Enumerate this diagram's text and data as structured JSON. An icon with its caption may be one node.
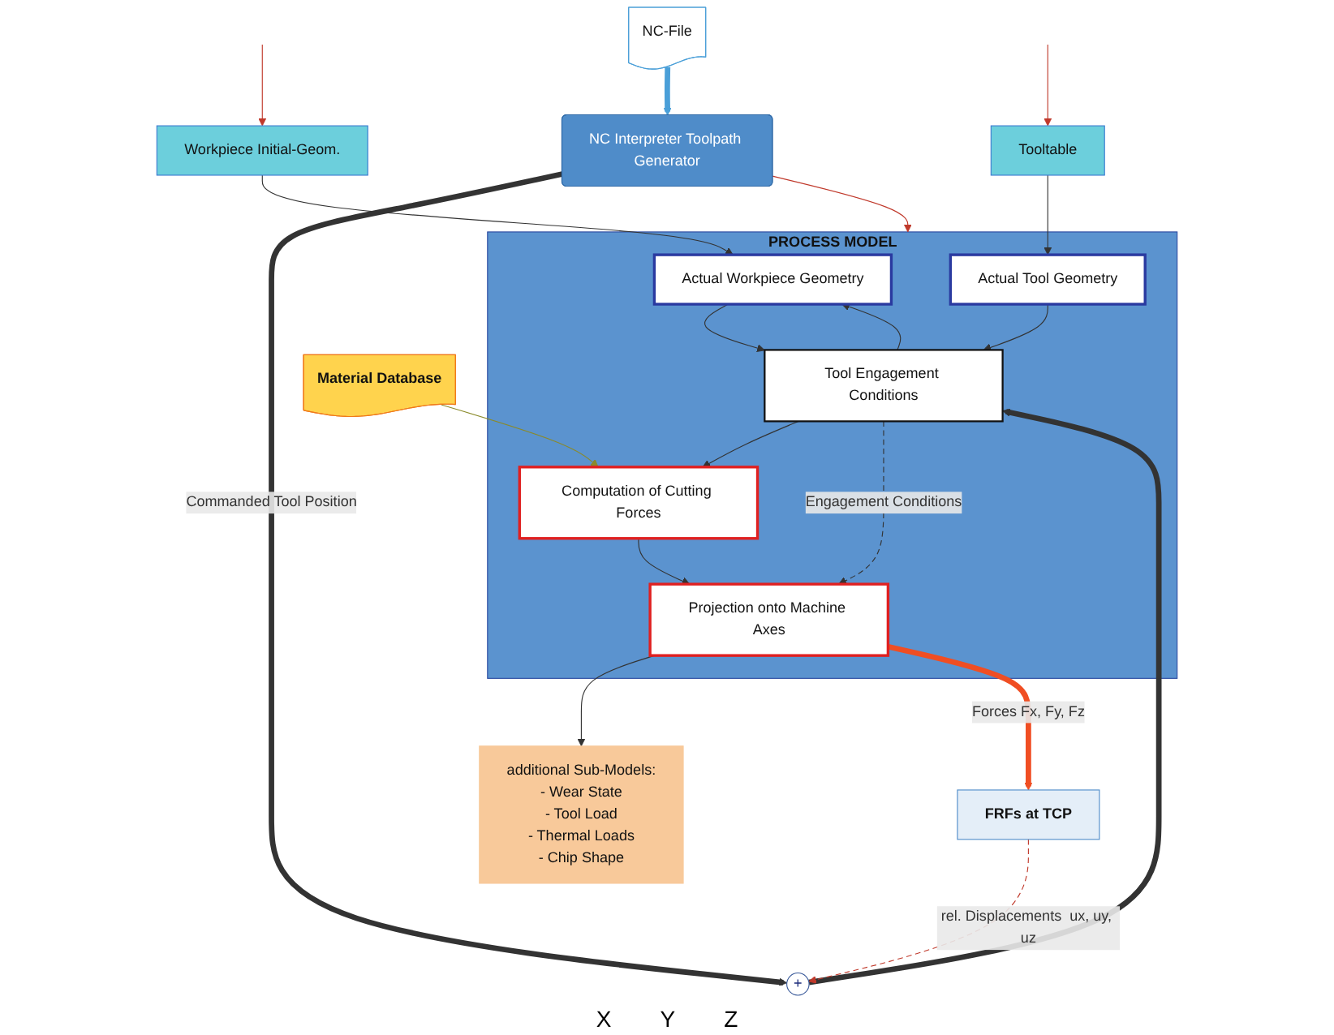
{
  "diagram": {
    "nodes": [
      {
        "text": [
          "Workpiece Initial-Geom."
        ]
      },
      {
        "text": [
          "NC-File"
        ]
      },
      {
        "text": [
          "+"
        ]
      },
      {
        "text": [
          "NC Interpreter Toolpath Generator"
        ]
      },
      {
        "text": [
          "Material Database"
        ]
      },
      {
        "text": [
          "PROCESS MODEL"
        ]
      },
      {
        "text": [
          "Actual Workpiece Geometry"
        ],
        "in": 5
      },
      {
        "text": [
          "Tool Engagement Conditions"
        ],
        "in": 5
      },
      {
        "text": [
          "Computation of Cutting Forces"
        ],
        "in": 5
      },
      {
        "text": [
          "Actual Tool Geometry"
        ],
        "in": 5
      },
      {
        "text": [
          "Projection onto Machine Axes"
        ],
        "in": 5
      },
      {
        "text": [
          "Tooltable"
        ]
      },
      {
        "text": [
          "additional  Sub-Models:",
          "- Wear State",
          "- Tool Load",
          "- Thermal Loads",
          "- Chip Shape"
        ]
      },
      {
        "text": [
          "FRFs at TCP"
        ]
      }
    ],
    "edges": [
      {
        "from": null,
        "to": 0,
        "arrow": "to",
        "color": "#c0392b"
      },
      {
        "from": null,
        "to": 11,
        "arrow": "to",
        "color": "#c0392b"
      },
      {
        "from": 0,
        "to": 6,
        "arrow": "to"
      },
      {
        "from": 1,
        "to": 3,
        "arrow": "to",
        "color": "#4a9fd8",
        "style": "thick"
      },
      {
        "from": 3,
        "to": 2,
        "arrow": "to",
        "label": "Commanded Tool Position",
        "style": "thick"
      },
      {
        "from": 2,
        "to": 7,
        "arrow": "to",
        "style": "thick"
      },
      {
        "from": 3,
        "to": 5,
        "arrow": "to",
        "color": "#c0392b"
      },
      {
        "from": 4,
        "to": 8,
        "arrow": "to",
        "color": "#8a8a2a"
      },
      {
        "from": 7,
        "to": 6,
        "arrow": "to"
      },
      {
        "from": 6,
        "to": 7,
        "arrow": "to"
      },
      {
        "from": 7,
        "to": 8,
        "arrow": "to"
      },
      {
        "from": 9,
        "to": 7,
        "arrow": "to"
      },
      {
        "from": 11,
        "to": 9,
        "arrow": "to"
      },
      {
        "from": 7,
        "to": 10,
        "arrow": "to",
        "label": "Engagement Conditions",
        "style": "dashed"
      },
      {
        "from": 8,
        "to": 10,
        "arrow": "to"
      },
      {
        "from": 10,
        "to": 12,
        "arrow": "to"
      },
      {
        "from": 10,
        "to": 13,
        "arrow": "to",
        "label": "Forces Fx, Fy, Fz",
        "style": "thick",
        "color": "#f04e23"
      },
      {
        "from": 13,
        "to": 2,
        "arrow": "to",
        "label": "rel. Displacements  ux, uy, uz",
        "style": "dashed",
        "color": "#c0392b"
      }
    ],
    "labels": [
      "X",
      "Y",
      "Z"
    ]
  }
}
